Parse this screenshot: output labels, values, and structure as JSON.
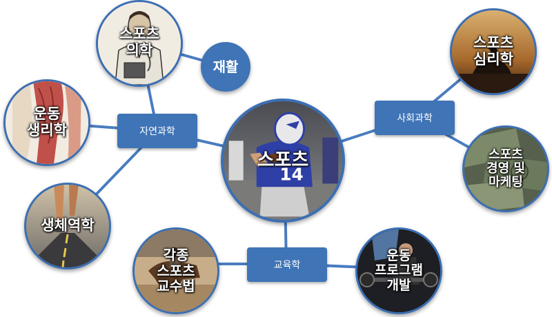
{
  "center": {
    "label": "스포츠"
  },
  "categories": {
    "natural_science": "자연과학",
    "social_science": "사회과학",
    "education": "교육학"
  },
  "topics": {
    "sports_medicine": "스포츠\n의학",
    "rehabilitation": "재활",
    "exercise_physiology": "운동\n생리학",
    "biomechanics": "생체역학",
    "sports_psychology": "스포츠\n심리학",
    "sports_management_marketing": "스포츠\n경영 및\n마케팅",
    "sports_teaching_methods": "각종\n스포츠\n교수법",
    "exercise_program_development": "운동\n프로그램\n개발"
  },
  "colors": {
    "node_blue": "#3f74b6",
    "connector_blue": "#4a7cc0",
    "border_blue": "#3b6fb3"
  }
}
